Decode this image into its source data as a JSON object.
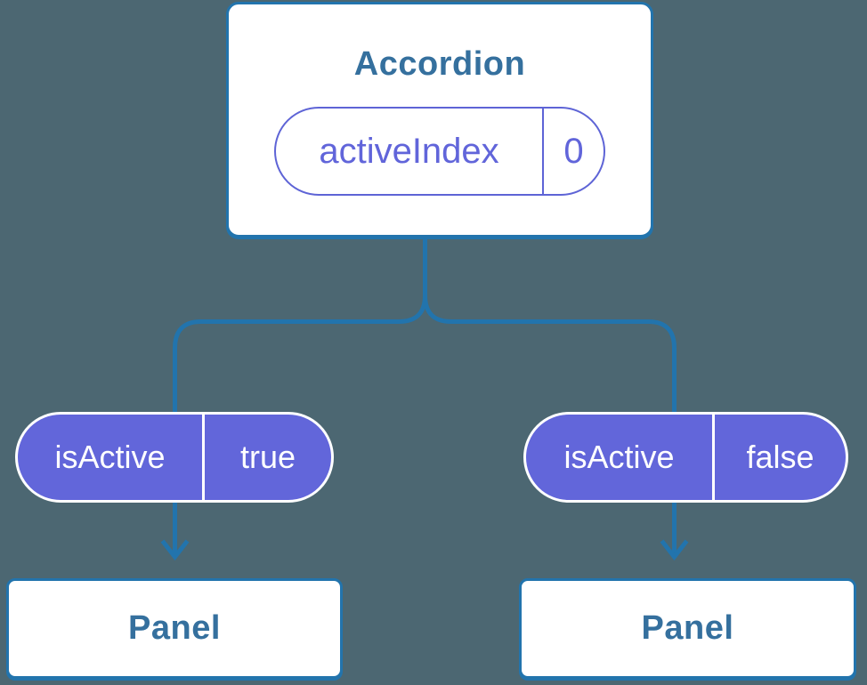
{
  "diagram": {
    "root": {
      "title": "Accordion",
      "state": {
        "name": "activeIndex",
        "value": "0"
      }
    },
    "children": [
      {
        "prop": {
          "name": "isActive",
          "value": "true"
        },
        "panel_label": "Panel"
      },
      {
        "prop": {
          "name": "isActive",
          "value": "false"
        },
        "panel_label": "Panel"
      }
    ]
  },
  "colors": {
    "background": "#4C6772",
    "connector": "#2274AD",
    "node_border": "#2274AD",
    "node_fill": "#FFFFFF",
    "heading_text": "#35709E",
    "pill_fill": "#6266DA",
    "pill_border_purple": "#5E64D6",
    "pill_text_purple": "#6165DA",
    "pill_text_white": "#FFFFFF"
  }
}
